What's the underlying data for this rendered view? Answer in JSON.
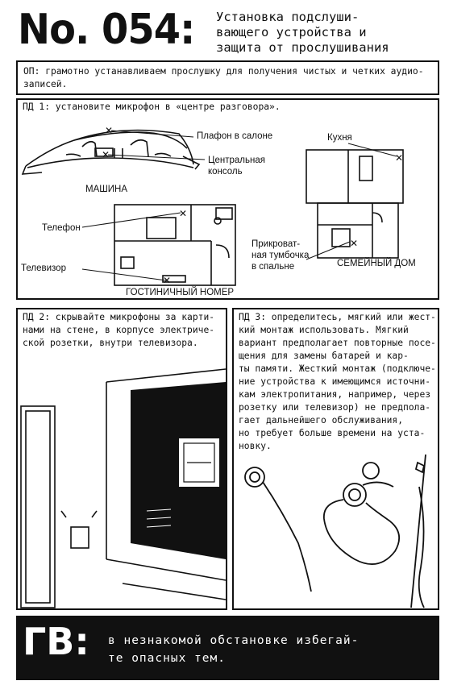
{
  "header": {
    "number": "No. 054:",
    "title": "Установка подслуши-\nвающего устройства и\nзащита от прослушивания"
  },
  "op": "ОП: грамотно устанавливаем прослушку для получения чистых и четких аудио-записей.",
  "panel1": {
    "caption": "ПД 1: установите микрофон в «центре разговора».",
    "labels": {
      "ceiling": "Плафон в салоне",
      "console": "Центральная\nконсоль",
      "car": "МАШИНА",
      "phone": "Телефон",
      "tv": "Телевизор",
      "hotel": "ГОСТИНИЧНЫЙ НОМЕР",
      "kitchen": "Кухня",
      "nightstand": "Прикроват-\nная тумбочка\nв спальне",
      "house": "СЕМЕЙНЫЙ ДОМ"
    }
  },
  "panel2": {
    "caption": "ПД 2: скрывайте микрофоны за карти-\nнами на стене, в корпусе электриче-\nской розетки, внутри телевизора."
  },
  "panel3": {
    "caption": "ПД 3: определитесь, мягкий или жест-\nкий монтаж использовать. Мягкий\nвариант предполагает повторные посе-\nщения для замены батарей и кар-\nты памяти. Жесткий монтаж (подключе-\nние устройства к имеющимся источни-\nкам электропитания, например, через\nрозетку или телевизор) не предпола-\nгает дальнейшего обслуживания,\nно требует больше времени на уста-\nновку."
  },
  "footer": {
    "label": "ГВ:",
    "text": "в незнакомой обстановке избегай-\nте опасных тем."
  }
}
